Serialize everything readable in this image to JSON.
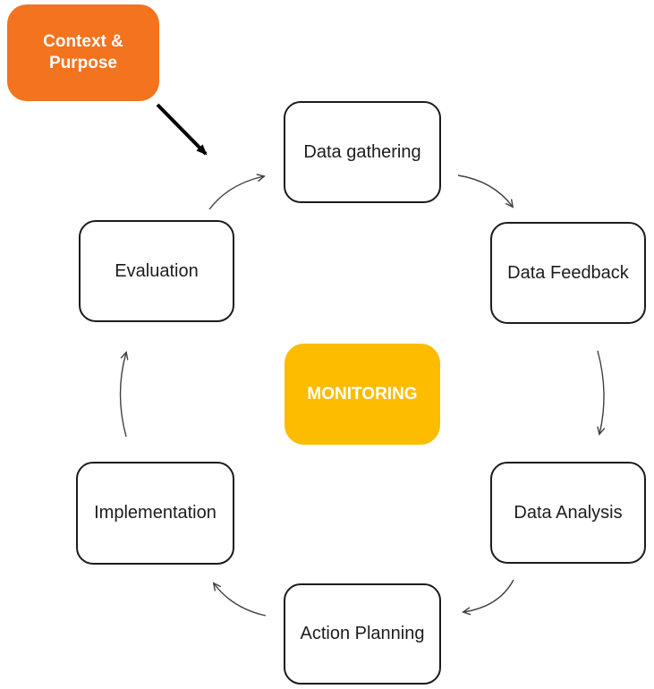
{
  "diagram": {
    "type": "cycle-diagram",
    "nodes": {
      "context_purpose": {
        "label": "Context & Purpose",
        "shape": "rounded-rect",
        "role": "input"
      },
      "monitoring": {
        "label": "MONITORING",
        "shape": "rounded-rect",
        "role": "center"
      },
      "data_gathering": {
        "label": "Data gathering",
        "shape": "rounded-rect",
        "role": "cycle-step"
      },
      "data_feedback": {
        "label": "Data Feedback",
        "shape": "rounded-rect",
        "role": "cycle-step"
      },
      "data_analysis": {
        "label": "Data Analysis",
        "shape": "rounded-rect",
        "role": "cycle-step"
      },
      "action_planning": {
        "label": "Action Planning",
        "shape": "rounded-rect",
        "role": "cycle-step"
      },
      "implementation": {
        "label": "Implementation",
        "shape": "rounded-rect",
        "role": "cycle-step"
      },
      "evaluation": {
        "label": "Evaluation",
        "shape": "rounded-rect",
        "role": "cycle-step"
      }
    },
    "edges": [
      {
        "from": "context_purpose",
        "to": "data_gathering",
        "style": "thick-straight-solid-head"
      },
      {
        "from": "data_gathering",
        "to": "data_feedback",
        "style": "thin-curved-open-head"
      },
      {
        "from": "data_feedback",
        "to": "data_analysis",
        "style": "thin-curved-open-head"
      },
      {
        "from": "data_analysis",
        "to": "action_planning",
        "style": "thin-curved-open-head"
      },
      {
        "from": "action_planning",
        "to": "implementation",
        "style": "thin-curved-open-head"
      },
      {
        "from": "implementation",
        "to": "evaluation",
        "style": "thin-curved-open-head"
      },
      {
        "from": "evaluation",
        "to": "data_gathering",
        "style": "thin-curved-open-head"
      }
    ],
    "colors": {
      "context_purpose_bg": "#F3731E",
      "monitoring_bg": "#FDBC00",
      "node_bg": "#FFFFFF",
      "node_border": "#1C1C1C",
      "node_text": "#1C1C1C",
      "accent_text": "#FFFFFF",
      "thin_arrow": "#404040",
      "thick_arrow": "#000000"
    }
  }
}
